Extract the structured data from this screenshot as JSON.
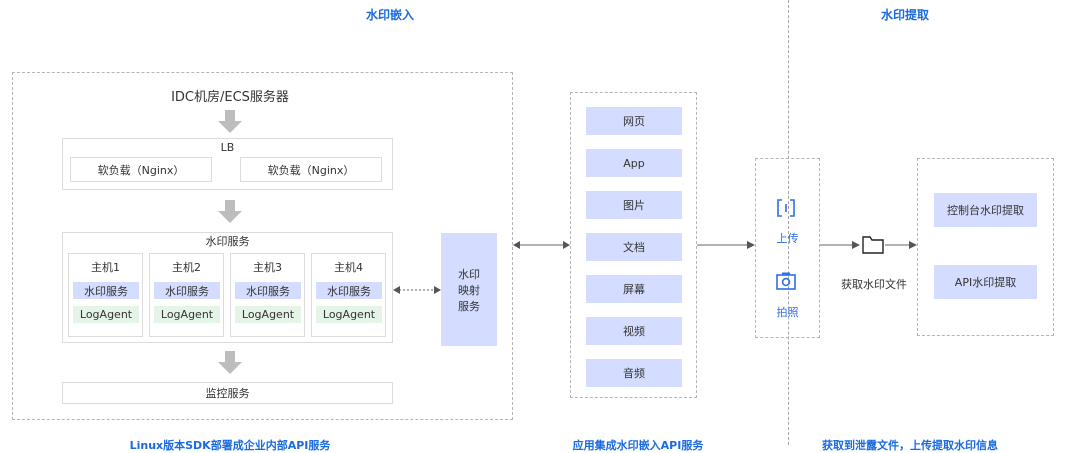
{
  "sections": {
    "embed_heading": "水印嵌入",
    "extract_heading": "水印提取"
  },
  "linux": {
    "caption": "Linux版本SDK部署成企业内部API服务",
    "idc_title": "IDC机房/ECS服务器",
    "lb": {
      "title": "LB",
      "items": [
        "软负载（Nginx）",
        "软负载（Nginx）"
      ]
    },
    "watermark_service": {
      "title": "水印服务",
      "hosts": [
        {
          "name": "主机1",
          "service": "水印服务",
          "agent": "LogAgent"
        },
        {
          "name": "主机2",
          "service": "水印服务",
          "agent": "LogAgent"
        },
        {
          "name": "主机3",
          "service": "水印服务",
          "agent": "LogAgent"
        },
        {
          "name": "主机4",
          "service": "水印服务",
          "agent": "LogAgent"
        }
      ]
    },
    "monitor": "监控服务",
    "mapping_service": [
      "水印",
      "映射",
      "服务"
    ]
  },
  "apps": {
    "caption": "应用集成水印嵌入API服务",
    "items": [
      "网页",
      "App",
      "图片",
      "文档",
      "屏幕",
      "视频",
      "音频"
    ]
  },
  "extract": {
    "caption": "获取到泄露文件，上传提取水印信息",
    "upload_label": "上传",
    "photo_label": "拍照",
    "file_label": "获取水印文件",
    "methods": [
      "控制台水印提取",
      "API水印提取"
    ],
    "icons": {
      "upload": "scan-frame-icon",
      "photo": "camera-icon",
      "file": "folder-icon"
    }
  }
}
